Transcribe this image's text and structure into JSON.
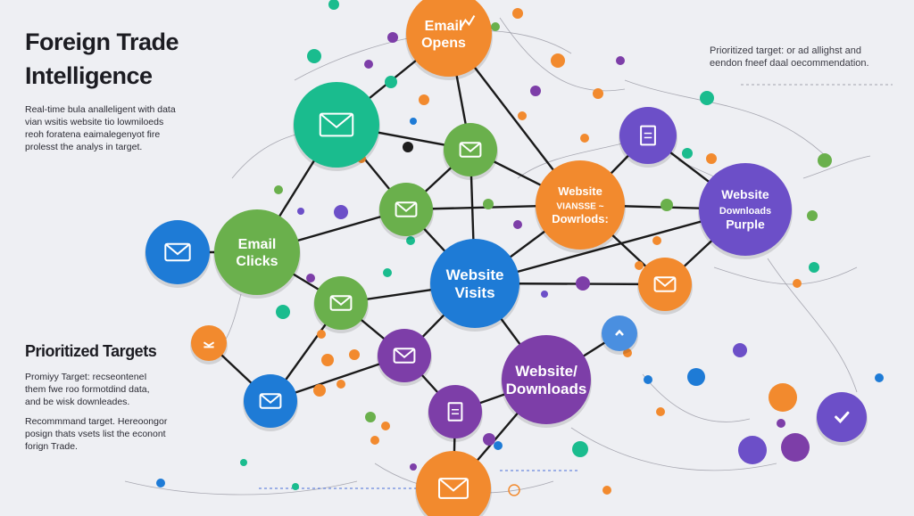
{
  "heading": {
    "title": "Foreign Trade\nIntelligence",
    "intro": "Real-time bula analleligent with data\nvian  wsitis website tio lowmiloeds\nreoh foratena eaimalegenyot fire\nprolesst the analys in target.",
    "top_note": "Prioritized target: or ad allighst and\neendon fneef daal oecommendation."
  },
  "targets": {
    "heading": "Prioritized Targets",
    "description": "Promiyy Target: recseonteneI\nthem fwe roo formotdind data,\nand be wisk downleades.",
    "recommend": "Recommmand target. Hereoongor\nposign thats vsets list the econont\nforign Trade."
  },
  "colors": {
    "green": "#1abc8e",
    "lime": "#6ab04c",
    "blue": "#1e7bd6",
    "orange": "#f28a2e",
    "purple": "#7d3ea8",
    "violet": "#6c4fc8",
    "line": "#1a1a1a",
    "background": "#eeeff3"
  },
  "nodes": [
    {
      "id": "email-opens",
      "label": "Email\nOpens",
      "color": "#f28a2e",
      "icon": "sparkline-icon"
    },
    {
      "id": "mail-green-big",
      "label": "",
      "color": "#1abc8e",
      "icon": "envelope-icon"
    },
    {
      "id": "mail-lime-top",
      "label": "",
      "color": "#6ab04c",
      "icon": "envelope-icon"
    },
    {
      "id": "mail-lime-mid",
      "label": "",
      "color": "#6ab04c",
      "icon": "envelope-icon"
    },
    {
      "id": "email-clicks",
      "label": "Email\nClicks",
      "color": "#6ab04c",
      "icon": ""
    },
    {
      "id": "mail-blue-left",
      "label": "",
      "color": "#1e7bd6",
      "icon": "envelope-icon"
    },
    {
      "id": "mail-lime-low",
      "label": "",
      "color": "#6ab04c",
      "icon": "envelope-icon"
    },
    {
      "id": "website-visits",
      "label": "Website\nVisits",
      "color": "#1e7bd6",
      "icon": ""
    },
    {
      "id": "website-orange",
      "label": "Website\nVIANSSE  ~\nDowrlods:",
      "color": "#f28a2e",
      "icon": ""
    },
    {
      "id": "website-purple",
      "label": "Website\nDownloads\nPurple",
      "color": "#6c4fc8",
      "icon": ""
    },
    {
      "id": "doc-purple-top",
      "label": "",
      "color": "#6c4fc8",
      "icon": "document-icon"
    },
    {
      "id": "mail-orange-mid",
      "label": "",
      "color": "#f28a2e",
      "icon": "envelope-icon"
    },
    {
      "id": "mail-purple-a",
      "label": "",
      "color": "#7d3ea8",
      "icon": "envelope-icon"
    },
    {
      "id": "doc-purple-b",
      "label": "",
      "color": "#7d3ea8",
      "icon": "document-icon"
    },
    {
      "id": "website-downloads",
      "label": "Website/\nDownloads",
      "color": "#7d3ea8",
      "icon": ""
    },
    {
      "id": "mail-blue-low",
      "label": "",
      "color": "#1e7bd6",
      "icon": "envelope-icon"
    },
    {
      "id": "mail-orange-bottom",
      "label": "",
      "color": "#f28a2e",
      "icon": "envelope-icon"
    },
    {
      "id": "mail-blue-far",
      "label": "",
      "color": "#1e7bd6",
      "icon": "envelope-icon"
    },
    {
      "id": "check-violet",
      "label": "",
      "color": "#6c4fc8",
      "icon": "check-icon"
    },
    {
      "id": "chevron-blue",
      "label": "",
      "color": "#4a8fe0",
      "icon": "chevron-up-icon"
    },
    {
      "id": "tray-orange",
      "label": "",
      "color": "#f28a2e",
      "icon": "tray-icon"
    }
  ]
}
